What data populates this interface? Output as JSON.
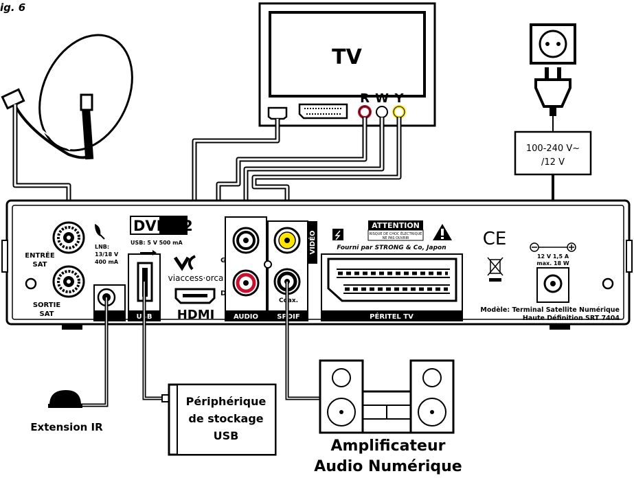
{
  "figure_label": "ig. 6",
  "tv": {
    "title": "TV",
    "rca_r": "R",
    "rca_w": "W",
    "rca_y": "Y"
  },
  "power_supply": {
    "line1": "100-240 V~",
    "line2": "/12 V"
  },
  "receiver": {
    "input_label_1": "ENTRÉE",
    "input_label_2": "SAT",
    "output_label_1": "SORTIE",
    "output_label_2": "SAT",
    "lnb_1": "LNB:",
    "lnb_2": "13/18 V",
    "lnb_3": "400 mA",
    "dvb_logo": "DVB S2",
    "usb_spec": "USB: 5 V      500 mA",
    "viaccess": "viaccess·orca",
    "hdmi": "HDMI",
    "usb_label": "USB",
    "audio_label": "AUDIO",
    "audio_g": "G",
    "audio_d": "D",
    "video_label": "VIDÉO",
    "coax_label": "Coax.",
    "spdif_label": "SPDIF",
    "attention_title": "ATTENTION",
    "attention_sub_1": "RISQUE DE CHOC ÉLECTRIQUE",
    "attention_sub_2": "NE PAS OUVRIR",
    "supplier": "Fourni  par STRONG & Co, Japon",
    "ce": "CE",
    "peritel": "PÉRITEL TV",
    "dc_spec_1": "12 V       1,5 A",
    "dc_spec_2": "max. 18 W",
    "model_1": "Modèle: Terminal Satellite Numérique",
    "model_2": "Haute Définition SRT 7404"
  },
  "ir_extension": "Extension IR",
  "usb_storage": {
    "line1": "Périphérique",
    "line2": "de stockage",
    "line3": "USB"
  },
  "amplifier": {
    "line1": "Amplificateur",
    "line2": "Audio Numérique"
  },
  "colors": {
    "red": "#c8102e",
    "yellow": "#ffe600",
    "black": "#000000",
    "panel": "#ffffff"
  }
}
